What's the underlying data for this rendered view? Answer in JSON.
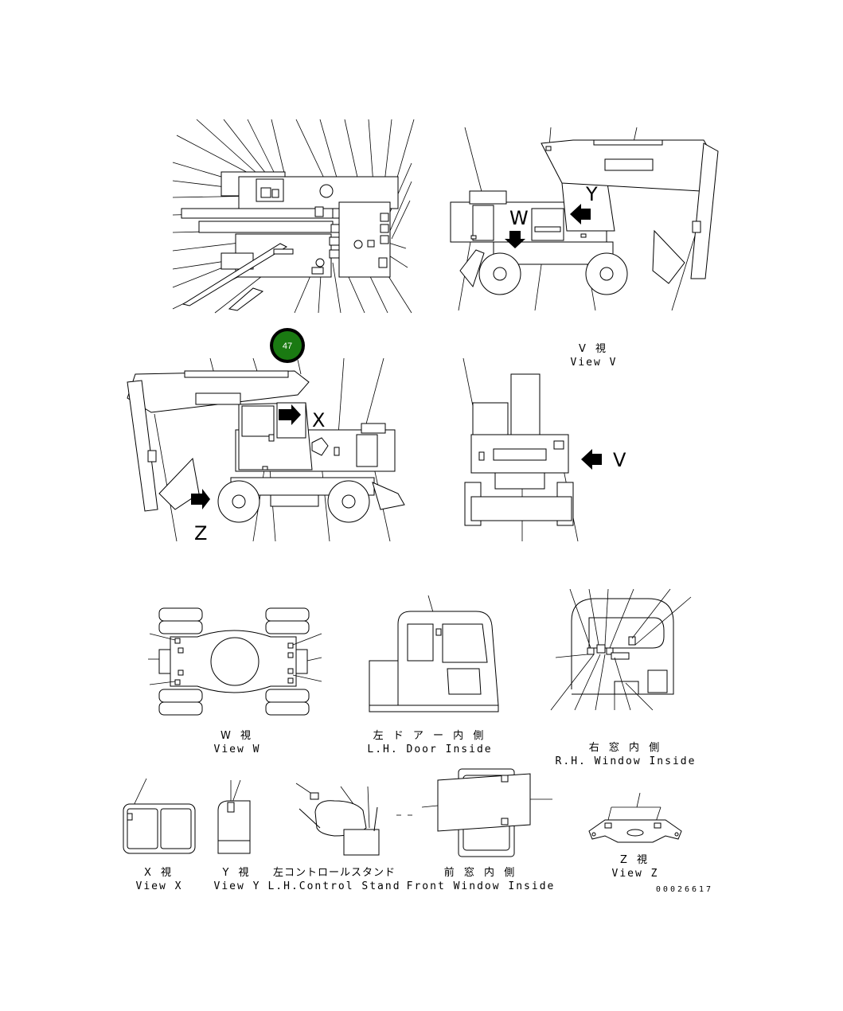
{
  "views": {
    "v_jp": "V 視",
    "v_en": "View V",
    "w_jp": "W 視",
    "w_en": "View W",
    "door_jp": "左 ド ア ー 内 側",
    "door_en": "L.H. Door Inside",
    "rhwin_jp": "右 窓 内 側",
    "rhwin_en": "R.H. Window Inside",
    "x_jp": "X 視",
    "x_en": "View X",
    "y_jp": "Y 視",
    "y_en": "View Y",
    "ctrl_jp": "左コントロールスタンド",
    "ctrl_en": "L.H.Control Stand",
    "front_jp": "前 窓 内 側",
    "front_en": "Front Window Inside",
    "z_jp": "Z 視",
    "z_en": "View Z"
  },
  "letters": {
    "w": "W",
    "y": "Y",
    "x": "X",
    "z": "Z",
    "v": "V"
  },
  "marker": {
    "label": "47",
    "color": "#1a7a12",
    "ring": "#000000"
  },
  "drawing_code": "00026617"
}
